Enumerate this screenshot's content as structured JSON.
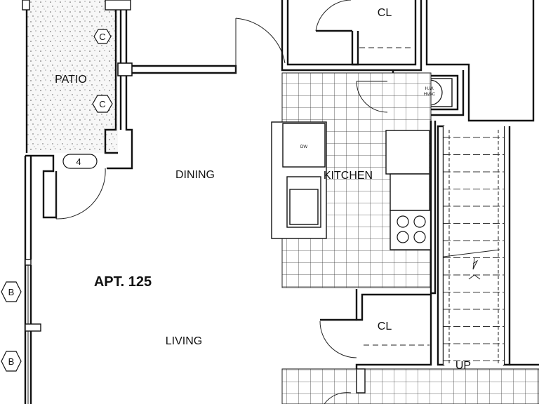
{
  "labels": {
    "patio": "PATIO",
    "dining": "DINING",
    "kitchen": "KITCHEN",
    "living": "LIVING",
    "apartment": "APT. 125",
    "closet_top": "CL",
    "closet_bottom": "CL",
    "stairs_up": "UP",
    "dishwasher": "DW",
    "water_heater_line1": "H.W.",
    "water_heater_line2": "HVAC"
  },
  "markers": {
    "c_top": "C",
    "c_bottom": "C",
    "patio_number": "4",
    "b_top": "B",
    "b_bottom": "B"
  }
}
